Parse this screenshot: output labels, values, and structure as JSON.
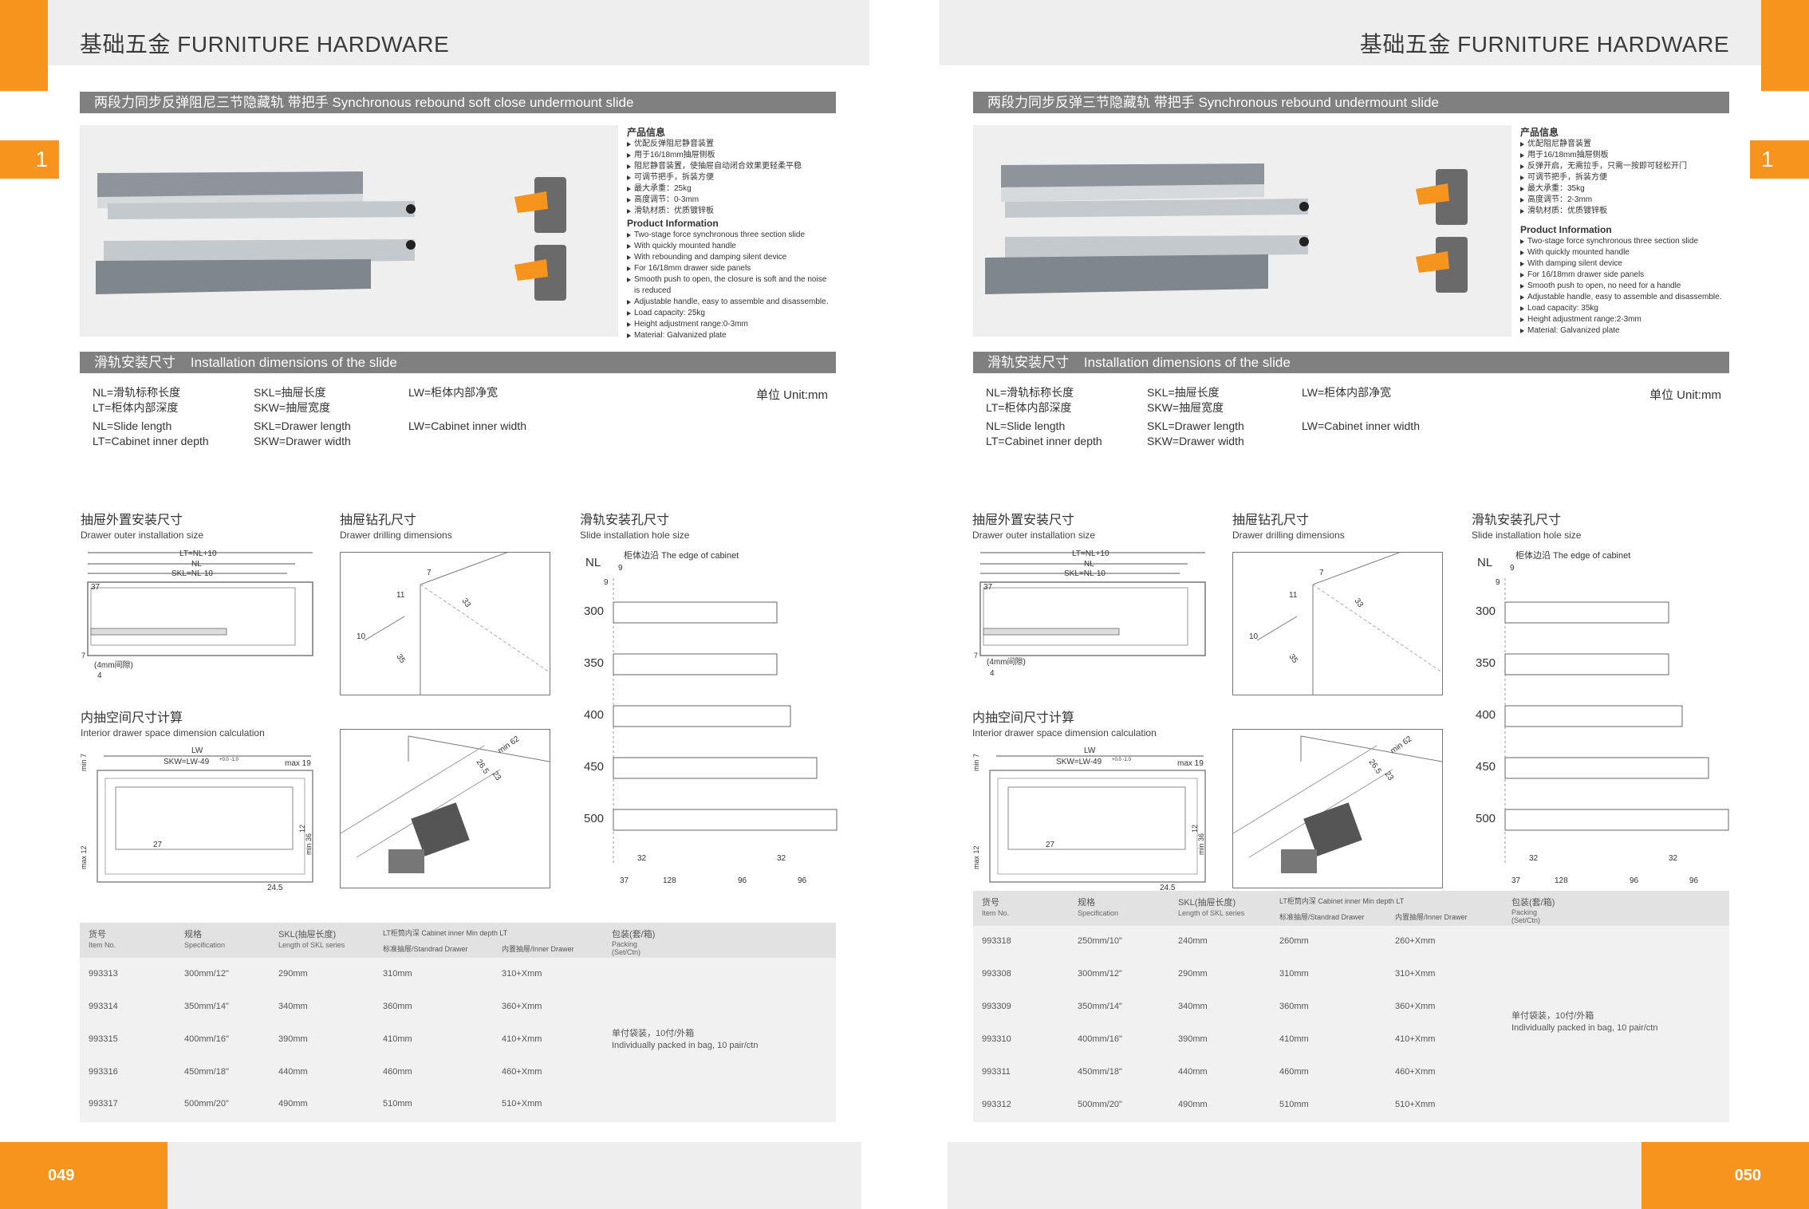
{
  "header": {
    "left_title": "基础五金 FURNITURE HARDWARE",
    "right_title": "基础五金 FURNITURE HARDWARE",
    "left_tab": "1",
    "right_tab": "1"
  },
  "left": {
    "product_bar": "两段力同步反弹阻尼三节隐藏轨 带把手 Synchronous rebound soft close undermount slide",
    "info_title_cn": "产品信息",
    "info_cn": [
      "优配反弹阻尼静音装置",
      "用于16/18mm抽屉侧板",
      "阻尼静音装置，使抽屉自动闭合效果更轻柔平稳",
      "可调节把手，拆装方便",
      "最大承重：25kg",
      "高度调节：0-3mm",
      "滑轨材质：优质镀锌板"
    ],
    "info_title_en": "Product Information",
    "info_en": [
      "Two-stage force synchronous three section slide",
      "With quickly mounted handle",
      "With rebounding and damping silent device",
      "For 16/18mm drawer side panels",
      "Smooth push to open, the closure is soft and the noise",
      "is reduced",
      "Adjustable handle, easy to assemble and disassemble.",
      "Load capacity: 25kg",
      "Height adjustment range:0-3mm",
      "Material: Galvanized plate"
    ],
    "install_bar": "滑轨安装尺寸    Installation dimensions of the slide",
    "table": {
      "headers": {
        "item_cn": "货号",
        "item_en": "Item No.",
        "spec_cn": "规格",
        "spec_en": "Specification",
        "skl_cn": "SKL(抽屉长度)",
        "skl_en": "Length of SKL series",
        "lt": "LT柜筒内深 Cabinet inner Min depth LT",
        "std": "标准抽屉/Standrad Drawer",
        "inner": "内置抽屉/Inner Drawer",
        "pack_cn": "包装(套/箱)",
        "pack_en": "Packing (Set/Ctn)"
      },
      "rows": [
        [
          "993313",
          "300mm/12\"",
          "290mm",
          "310mm",
          "310+Xmm"
        ],
        [
          "993314",
          "350mm/14\"",
          "340mm",
          "360mm",
          "360+Xmm"
        ],
        [
          "993315",
          "400mm/16\"",
          "390mm",
          "410mm",
          "410+Xmm"
        ],
        [
          "993316",
          "450mm/18\"",
          "440mm",
          "460mm",
          "460+Xmm"
        ],
        [
          "993317",
          "500mm/20\"",
          "490mm",
          "510mm",
          "510+Xmm"
        ]
      ],
      "pack_cn": "单付袋装，10付/外箱",
      "pack_en": "Individually packed in bag, 10 pair/ctn"
    },
    "page_number": "049"
  },
  "right": {
    "product_bar": "两段力同步反弹三节隐藏轨 带把手 Synchronous rebound undermount slide",
    "info_title_cn": "产品信息",
    "info_cn": [
      "优配阻尼静音装置",
      "用于16/18mm抽屉侧板",
      "反弹开启，无需拉手，只需一按即可轻松开门",
      "可调节把手，拆装方便",
      "最大承重：35kg",
      "高度调节：2-3mm",
      "滑轨材质：优质镀锌板"
    ],
    "info_title_en": "Product Information",
    "info_en": [
      "Two-stage force synchronous three section slide",
      "With quickly mounted handle",
      "With damping silent device",
      "For 16/18mm drawer side panels",
      "Smooth push to open, no need for a handle",
      "Adjustable handle, easy to assemble and disassemble.",
      "Load capacity: 35kg",
      "Height adjustment range:2-3mm",
      "Material: Galvanized plate"
    ],
    "install_bar": "滑轨安装尺寸    Installation dimensions of the slide",
    "table": {
      "headers": {
        "item_cn": "货号",
        "item_en": "Item No.",
        "spec_cn": "规格",
        "spec_en": "Specification",
        "skl_cn": "SKL(抽屉长度)",
        "skl_en": "Length of SKL series",
        "lt": "LT柜筒内深 Cabinet inner Min depth LT",
        "std": "标准抽屉/Standrad Drawer",
        "inner": "内置抽屉/Inner Drawer",
        "pack_cn": "包装(套/箱)",
        "pack_en": "Packing (Set/Ctn)"
      },
      "rows": [
        [
          "993318",
          "250mm/10\"",
          "240mm",
          "260mm",
          "260+Xmm"
        ],
        [
          "993308",
          "300mm/12\"",
          "290mm",
          "310mm",
          "310+Xmm"
        ],
        [
          "993309",
          "350mm/14\"",
          "340mm",
          "360mm",
          "360+Xmm"
        ],
        [
          "993310",
          "400mm/16\"",
          "390mm",
          "410mm",
          "410+Xmm"
        ],
        [
          "993311",
          "450mm/18\"",
          "440mm",
          "460mm",
          "460+Xmm"
        ],
        [
          "993312",
          "500mm/20\"",
          "490mm",
          "510mm",
          "510+Xmm"
        ]
      ],
      "pack_cn": "单付袋装，10付/外箱",
      "pack_en": "Individually packed in bag, 10 pair/ctn"
    },
    "page_number": "050"
  },
  "legend": {
    "nl_cn": "NL=滑轨标称长度",
    "lt_cn": "LT=柜体内部深度",
    "skl_cn": "SKL=抽屉长度",
    "skw_cn": "SKW=抽屉宽度",
    "lw_cn": "LW=柜体内部净宽",
    "nl_en": "NL=Slide length",
    "lt_en": "LT=Cabinet inner depth",
    "skl_en": "SKL=Drawer length",
    "skw_en": "SKW=Drawer width",
    "lw_en": "LW=Cabinet inner width",
    "unit": "单位 Unit:mm"
  },
  "diagrams": {
    "outer_cn": "抽屉外置安装尺寸",
    "outer_en": "Drawer outer installation size",
    "drill_cn": "抽屉钻孔尺寸",
    "drill_en": "Drawer drilling dimensions",
    "hole_cn": "滑轨安装孔尺寸",
    "hole_en": "Slide installation hole size",
    "interior_cn": "内抽空间尺寸计算",
    "interior_en": "Interior drawer space dimension calculation",
    "hole_axis_label": "NL",
    "hole_sizes": [
      "300",
      "350",
      "400",
      "450",
      "500"
    ],
    "edge_label": "柜体边沿  The edge of cabinet",
    "dims_outer": {
      "lt": "LT=NL+10",
      "nl": "NL",
      "skl": "SKL=NL-10",
      "d37": "37",
      "d7": "7",
      "d4": "4",
      "gap": "(4mm间隙)"
    },
    "dims_drill": {
      "d7": "7",
      "d11": "11",
      "d10": "10",
      "d33": "33",
      "d35": "35"
    },
    "dims_interior": {
      "lw": "LW",
      "skw": "SKW=LW-49",
      "tol": "+0.0 -1.0",
      "min7": "min 7",
      "max19": "max 19",
      "max12": "max 12",
      "min36": "min 36",
      "d12": "12",
      "d27": "27",
      "d245": "24.5"
    },
    "dims_hole": {
      "d9a": "9",
      "d9b": "9",
      "d32a": "32",
      "d32b": "32",
      "d37": "37",
      "d128": "128",
      "d96a": "96",
      "d96b": "96"
    },
    "dims_bracket": {
      "d265": "26.5",
      "d23": "23",
      "min62": "min 62"
    }
  }
}
